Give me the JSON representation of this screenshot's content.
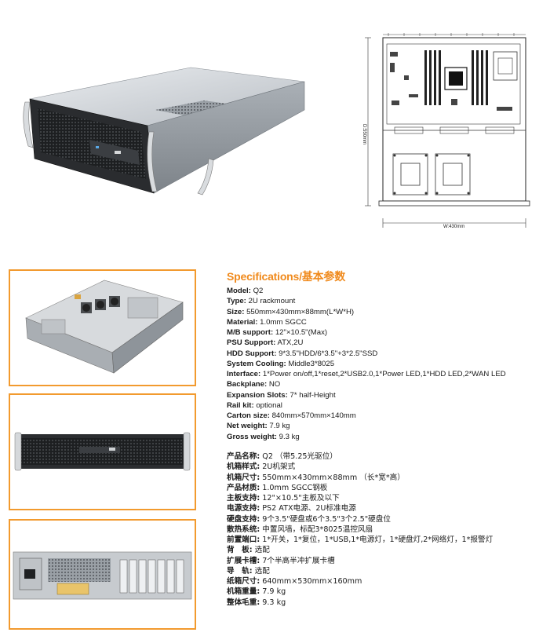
{
  "drawing": {
    "width_label": "W:430mm",
    "depth_label": "D:550mm"
  },
  "specs": {
    "title": "Specifications/基本参数",
    "en": [
      {
        "k": "Model:",
        "v": " Q2"
      },
      {
        "k": "Type:",
        "v": " 2U rackmount"
      },
      {
        "k": "Size:",
        "v": " 550mm×430mm×88mm(L*W*H)"
      },
      {
        "k": "Material:",
        "v": " 1.0mm SGCC"
      },
      {
        "k": "M/B support:",
        "v": " 12\"×10.5\"(Max)"
      },
      {
        "k": "PSU Support:",
        "v": " ATX,2U"
      },
      {
        "k": "HDD Support:",
        "v": " 9*3.5\"HDD/6*3.5\"+3*2.5\"SSD"
      },
      {
        "k": "System Cooling:",
        "v": " Middle3*8025"
      },
      {
        "k": "Interface:",
        "v": " 1*Power on/off,1*reset,2*USB2.0,1*Power LED,1*HDD LED,2*WAN LED"
      },
      {
        "k": "Backplane:",
        "v": " NO"
      },
      {
        "k": "Expansion Slots:",
        "v": " 7* half-Height"
      },
      {
        "k": "Rail kit:",
        "v": " optional"
      },
      {
        "k": "Carton size:",
        "v": " 840mm×570mm×140mm"
      },
      {
        "k": "Net weight:",
        "v": " 7.9 kg"
      },
      {
        "k": "Gross weight:",
        "v": " 9.3 kg"
      }
    ],
    "cn": [
      {
        "k": "产品名称:",
        "v": " Q2 （带5.25光驱位）"
      },
      {
        "k": "机箱样式:",
        "v": " 2U机架式"
      },
      {
        "k": "机箱尺寸:",
        "v": " 550mm×430mm×88mm （长*宽*高）"
      },
      {
        "k": "产品材质:",
        "v": " 1.0mm SGCC钢板"
      },
      {
        "k": "主板支持:",
        "v": " 12\"×10.5\"主板及以下"
      },
      {
        "k": "电源支持:",
        "v": " PS2 ATX电源、2U标准电源"
      },
      {
        "k": "硬盘支持:",
        "v": " 9个3.5\"硬盘或6个3.5\"3个2.5\"硬盘位"
      },
      {
        "k": "散热系统:",
        "v": " 中置风墙，标配3*8025温控风扇"
      },
      {
        "k": "前置端口:",
        "v": " 1*开关，1*复位，1*USB,1*电源灯，1*硬盘灯,2*网络灯，1*报警灯"
      },
      {
        "k": "背　板:",
        "v": " 选配"
      },
      {
        "k": "扩展卡槽:",
        "v": " 7个半高半冲扩展卡槽"
      },
      {
        "k": "导　轨:",
        "v": " 选配"
      },
      {
        "k": "纸箱尺寸:",
        "v": " 640mm×530mm×160mm"
      },
      {
        "k": "机箱重量:",
        "v": " 7.9 kg"
      },
      {
        "k": "整体毛重:",
        "v": " 9.3 kg"
      }
    ]
  }
}
